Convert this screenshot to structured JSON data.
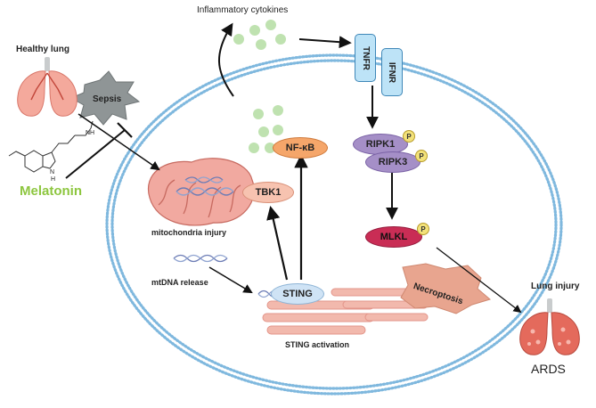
{
  "title": "Inflammatory cytokines",
  "left": {
    "healthy_lung": "Healthy lung",
    "sepsis": "Sepsis",
    "melatonin": "Melatonin",
    "molecule_labels": {
      "nh": "NH",
      "h": "H",
      "n": "N"
    }
  },
  "receptors": {
    "tnfr": "TNFR",
    "ifnr": "IFNR"
  },
  "pathway": {
    "nfkb": "NF-κB",
    "tbk1": "TBK1",
    "ripk1": "RIPK1",
    "ripk3": "RIPK3",
    "mlkl": "MLKL",
    "phospho": "P",
    "sting": "STING",
    "necroptosis": "Necroptosis"
  },
  "labels": {
    "mito_injury": "mitochondria injury",
    "mtdna_release": "mtDNA release",
    "sting_activation": "STING activation",
    "lung_injury": "Lung injury",
    "ards": "ARDS"
  },
  "colors": {
    "membrane": "#7fb8de",
    "cytokine": "#bfe2b0",
    "nfkb": "#f5a66a",
    "tbk1": "#f7c3b0",
    "ripk": "#a58fc7",
    "mlkl": "#c92d55",
    "sting": "#cfe3f5",
    "er": "#f2b9ad",
    "melatonin": "#8dc63f",
    "lung": "#e88a7f"
  }
}
